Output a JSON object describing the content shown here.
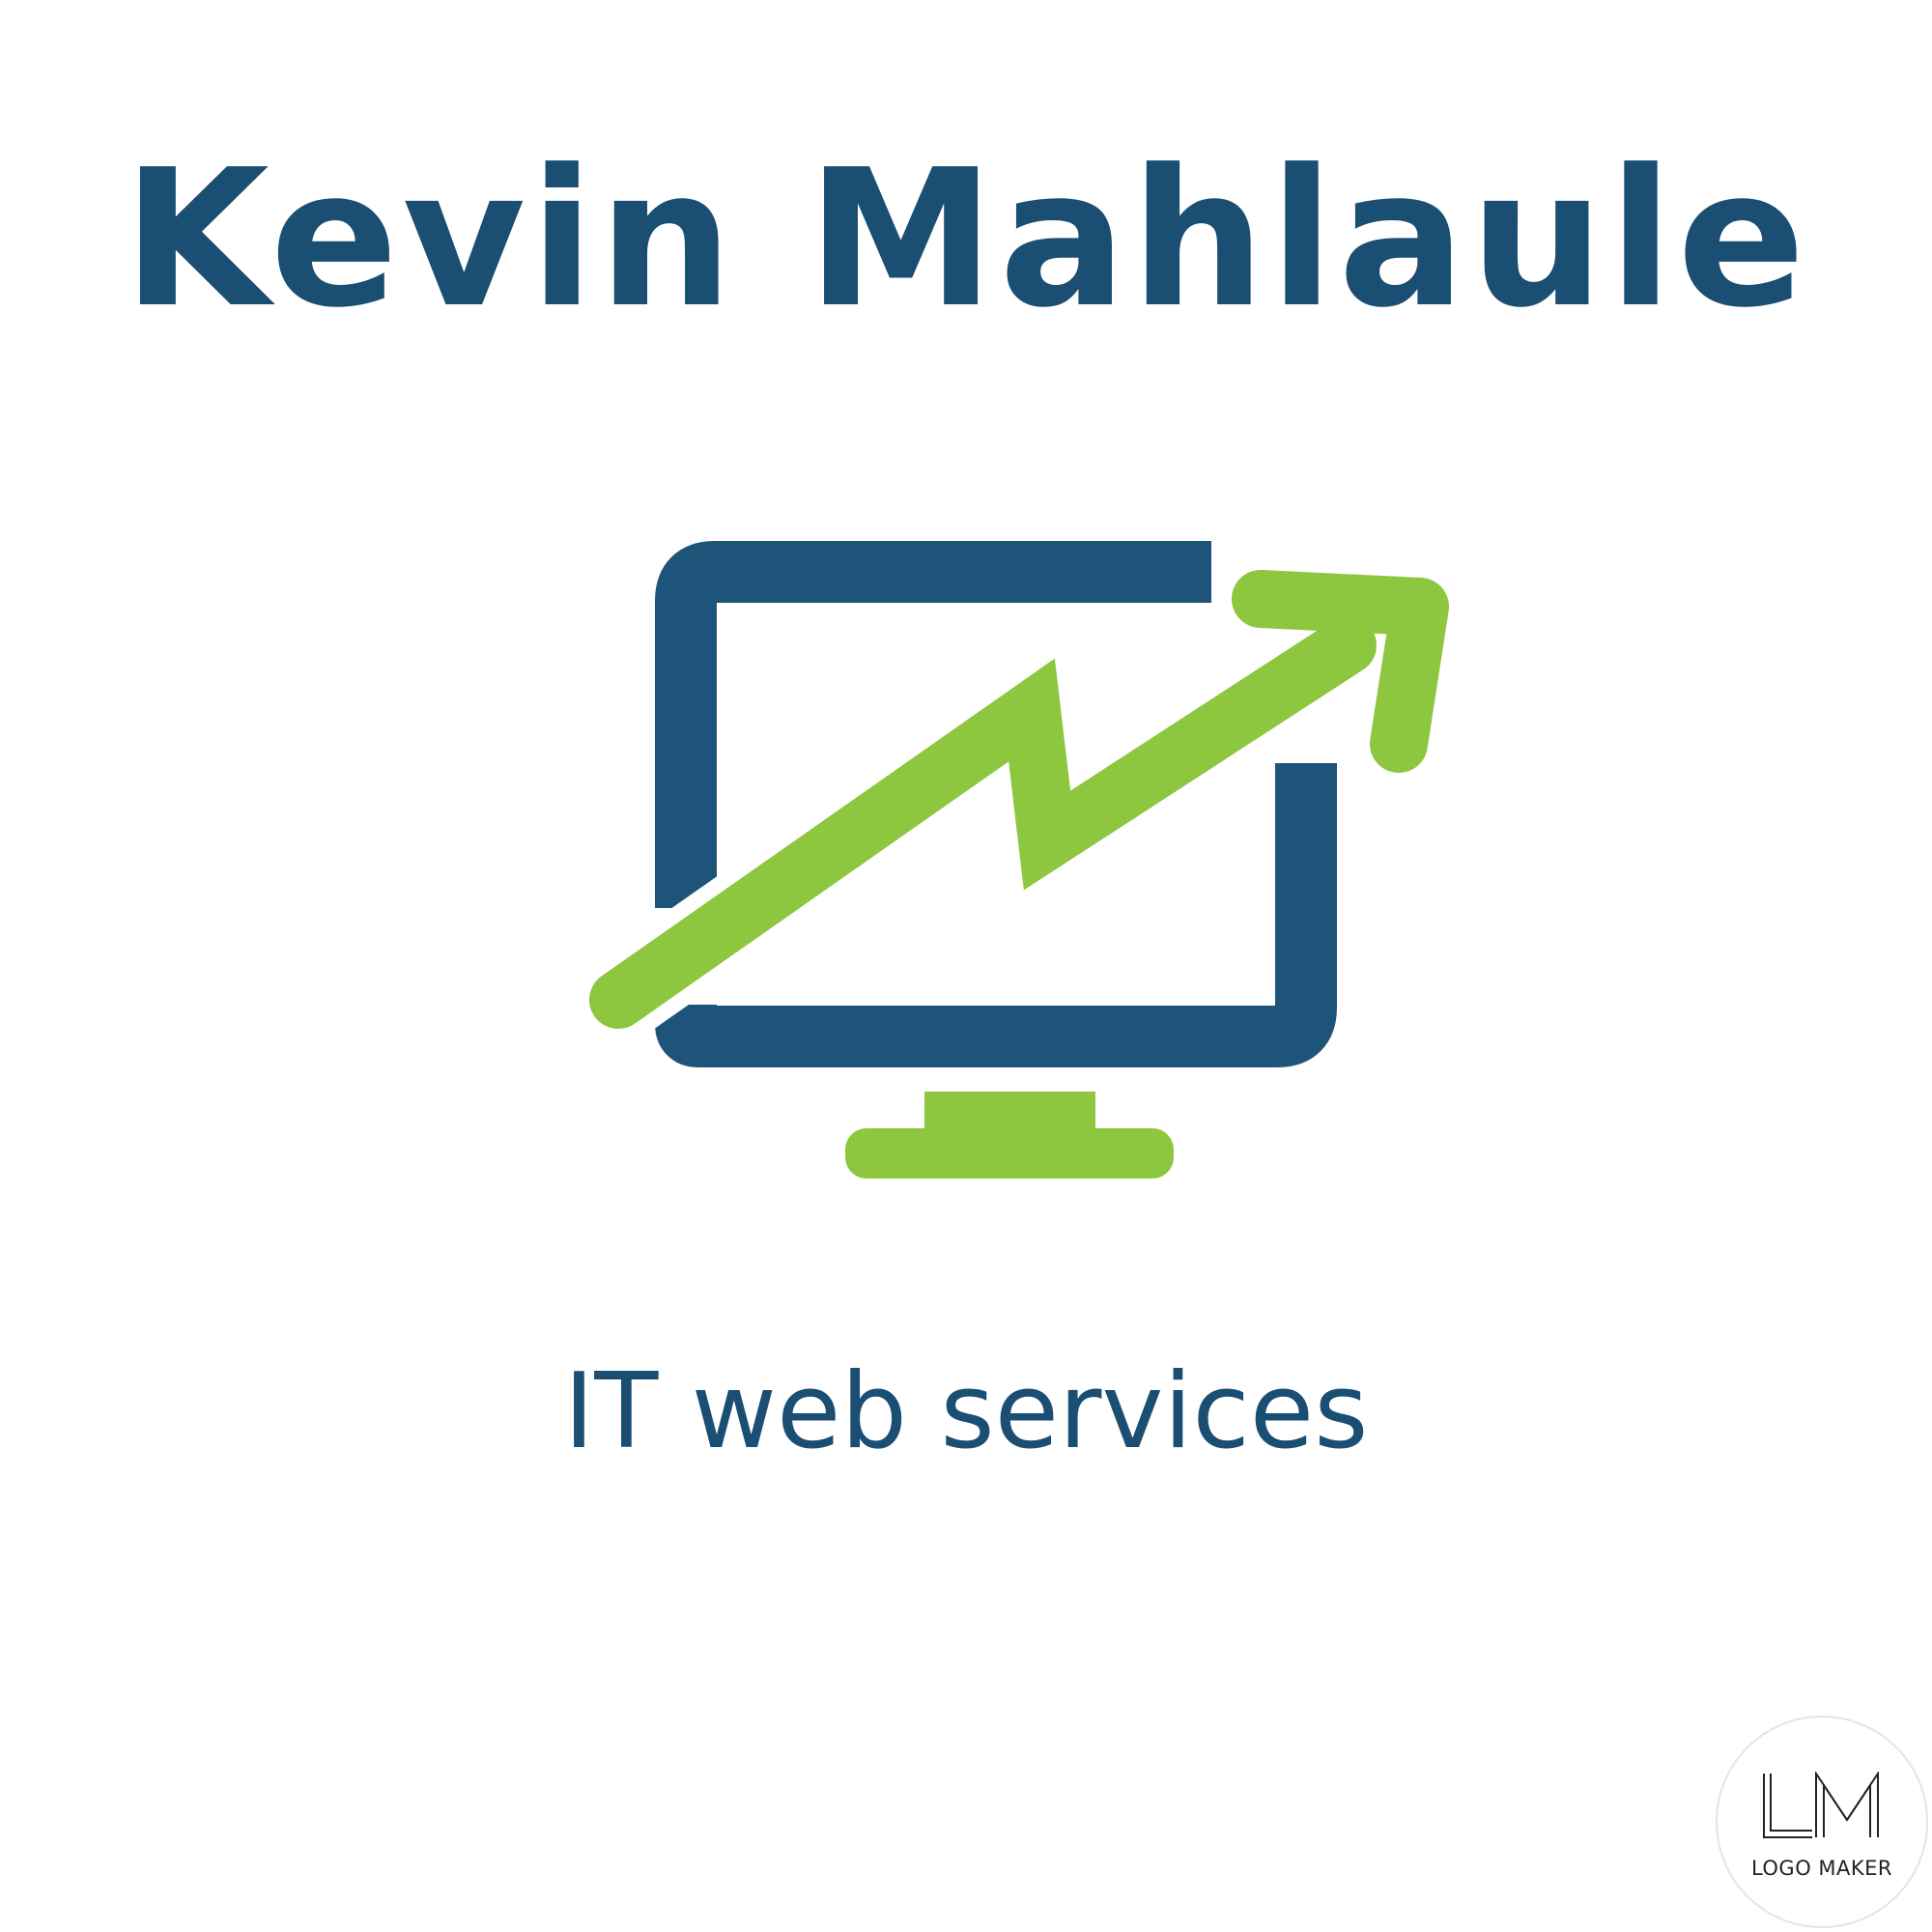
{
  "brand": {
    "name": "Kevin Mahlaule",
    "tagline": "IT web services"
  },
  "emblem": {
    "icon": "monitor-growth-arrow-icon",
    "primary_color": "#1e5479",
    "accent_color": "#8dc63f"
  },
  "watermark": {
    "monogram": "LM",
    "label": "LOGO MAKER"
  },
  "colors": {
    "text": "#1b4e73",
    "background": "#ffffff"
  }
}
